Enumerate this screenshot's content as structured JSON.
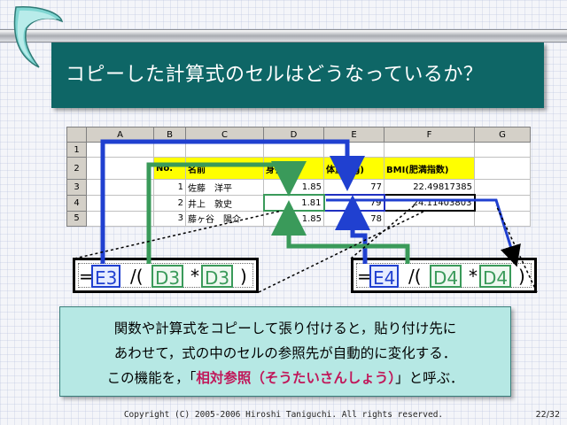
{
  "slide": {
    "title": "コピーした計算式のセルはどうなっているか？",
    "footer": "Copyright (C) 2005-2006 Hiroshi Taniguchi. All rights reserved.",
    "page_number": "22/32"
  },
  "spreadsheet": {
    "column_headers": [
      "A",
      "B",
      "C",
      "D",
      "E",
      "F",
      "G"
    ],
    "row_headers": [
      "1",
      "2",
      "3",
      "4",
      "5"
    ],
    "header_row": {
      "no": "No.",
      "name": "名前",
      "height": "身長(m)",
      "weight": "体重(kg)",
      "bmi": "BMI(肥満指数)"
    },
    "rows": [
      {
        "no": "1",
        "name": "佐藤　洋平",
        "height": "1.85",
        "weight": "77",
        "bmi": "22.49817385"
      },
      {
        "no": "2",
        "name": "井上　敦史",
        "height": "1.81",
        "weight": "79",
        "bmi": "24.11403803"
      },
      {
        "no": "3",
        "name": "藤ヶ谷　陽介",
        "height": "1.85",
        "weight": "78",
        "bmi": ""
      }
    ]
  },
  "formula_left": {
    "eq": "=",
    "t1": "E3",
    "op1": "/(",
    "t2": "D3",
    "op2": "*",
    "t3": "D3",
    "close": ")"
  },
  "formula_right": {
    "eq": "=",
    "t1": "E4",
    "op1": "/(",
    "t2": "D4",
    "op2": "*",
    "t3": "D4",
    "close": ")"
  },
  "explanation": {
    "line1": "関数や計算式をコピーして張り付けると，貼り付け先に",
    "line2": "あわせて，式の中のセルの参照先が自動的に変化する．",
    "line3_pre": "この機能を，「",
    "line3_em": "相対参照（そうたいさんしょう）",
    "line3_post": "」と呼ぶ．"
  },
  "colors": {
    "title_bg": "#0e6666",
    "blue": "#2040d0",
    "green": "#3a9a5a",
    "note_bg": "#b6e8e4",
    "emphasis": "#c0185a"
  }
}
